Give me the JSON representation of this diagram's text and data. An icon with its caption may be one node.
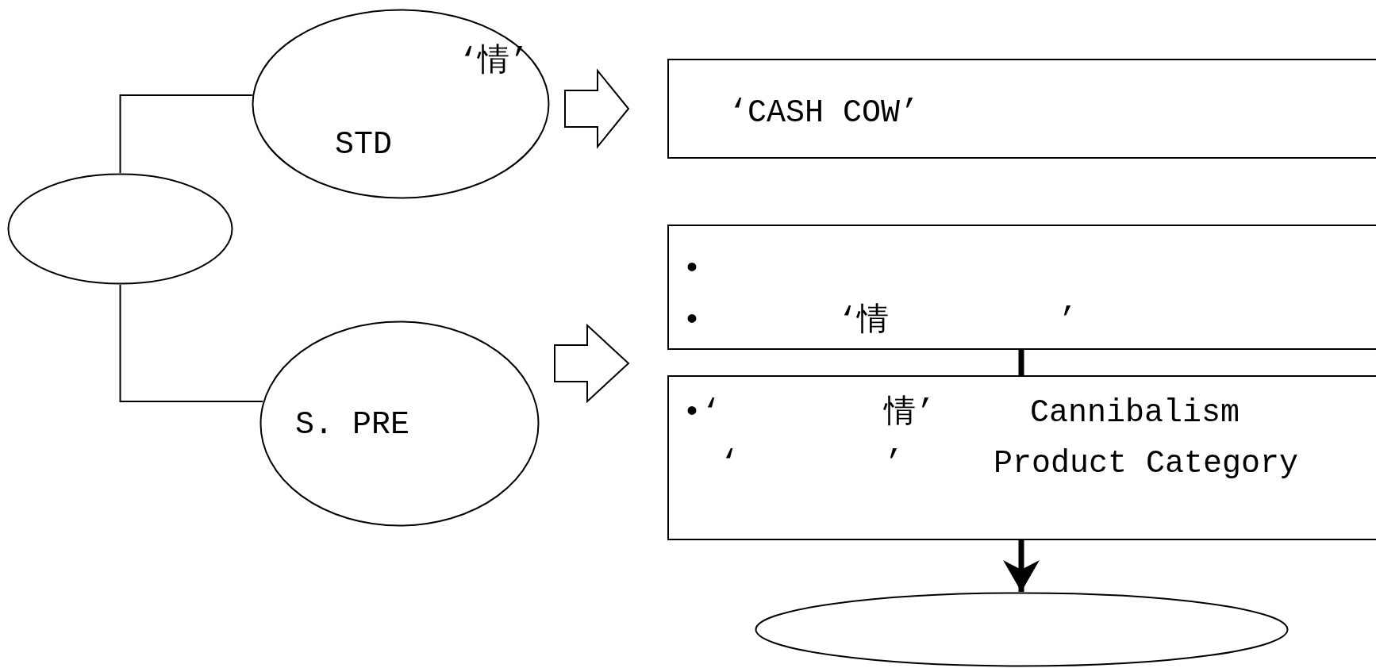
{
  "diagram": {
    "nodes": [
      {
        "text": [],
        "shape": "ellipse"
      },
      {
        "text": [
          "‘情’",
          "STD"
        ]
      },
      {
        "text": [
          "S. PRE"
        ]
      },
      {
        "text": [
          "‘CASH COW’"
        ]
      },
      {
        "text": [
          "•",
          "•",
          "‘情",
          "’"
        ]
      },
      {
        "text": [
          "•‘",
          "情’",
          "Cannibalism",
          "‘",
          "’",
          "Product Category"
        ]
      },
      {
        "text": [],
        "shape": "ellipse"
      }
    ],
    "edges": [
      {
        "from": 0,
        "to": 1,
        "arrow": "none"
      },
      {
        "from": 0,
        "to": 2,
        "arrow": "none"
      },
      {
        "from": 1,
        "to": 3,
        "arrow": "to"
      },
      {
        "from": 2,
        "to": 4,
        "arrow": "to"
      },
      {
        "from": 4,
        "to": 5,
        "arrow": "none",
        "style": "thick"
      },
      {
        "from": 5,
        "to": 6,
        "arrow": "to",
        "style": "thick"
      }
    ]
  }
}
